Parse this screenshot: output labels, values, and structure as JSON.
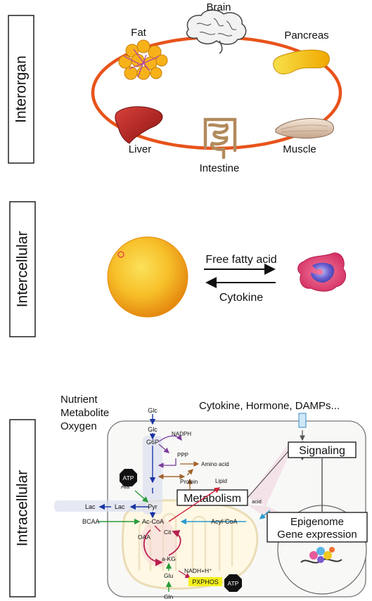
{
  "sections": {
    "interorgan": "Interorgan",
    "intercellular": "Intercellular",
    "intracellular": "Intracellular"
  },
  "organs": {
    "brain": "Brain",
    "fat": "Fat",
    "pancreas": "Pancreas",
    "liver": "Liver",
    "intestine": "Intestine",
    "muscle": "Muscle"
  },
  "intercellular": {
    "forward_label": "Free fatty acid",
    "reverse_label": "Cytokine"
  },
  "intracellular": {
    "inputs": [
      "Nutrient",
      "Metabolite",
      "Oxygen"
    ],
    "signals_title": "Cytokine, Hormone, DAMPs...",
    "boxes": {
      "signaling": "Signaling",
      "metabolism": "Metabolism",
      "epigenome": "Epigenome",
      "gene_expression": "Gene expression"
    },
    "metabolites": {
      "glc_out": "Glc",
      "glc_in": "Glc",
      "g6p": "G6P",
      "nadph": "NADPH",
      "ppp": "PPP",
      "amino_acid": "Amino acid",
      "protein": "Protein",
      "lipid": "Lipid",
      "ala": "Ala",
      "atp_top": "ATP",
      "lac_out": "Lac",
      "lac_in": "Lac",
      "pyr": "Pyr",
      "bcaa": "BCAA",
      "ac_coa": "Ac-CoA",
      "acyl_coa": "Acyl-CoA",
      "oaa": "OAA",
      "cit": "Cit",
      "akg": "a-KG",
      "glu": "Glu",
      "gln": "Gln",
      "nadh": "NADH+H⁺",
      "oxphos": "PXPHOS",
      "atp_bottom": "ATP",
      "acid_faded": "acid"
    }
  },
  "colors": {
    "ring": "#e8531b",
    "sphere": "#f5b119",
    "macrophage": "#e23a6b",
    "nucleus_blue": "#3b3fa8",
    "glycolysis": "#1a35a6",
    "green_arrow": "#2a9a3a",
    "brown_arrow": "#a0622a",
    "purple_arrow": "#7a3c9c",
    "tca": "#b81e4e",
    "oxphos_yellow": "#f3f01c"
  }
}
